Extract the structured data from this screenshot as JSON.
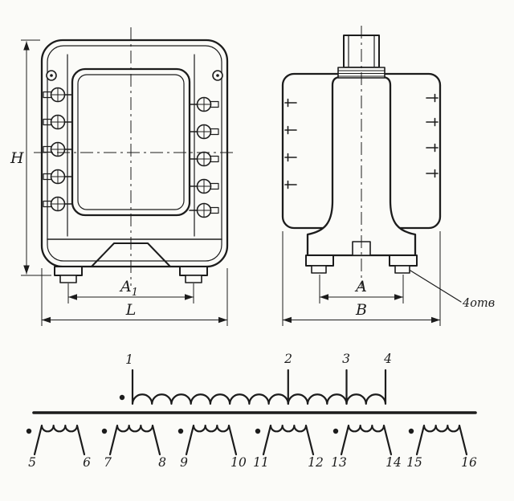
{
  "colors": {
    "ink": "#1c1c1c",
    "paper": "#fbfbf8"
  },
  "drawing": {
    "front_view": {
      "dim_h": "H",
      "dim_a1_base": "A",
      "dim_a1_sub": "1",
      "dim_l": "L"
    },
    "side_view": {
      "dim_a": "A",
      "dim_b": "B",
      "holes_label": "4отв"
    },
    "schematic": {
      "primary_terminals": [
        "1",
        "2",
        "3",
        "4"
      ],
      "secondary_terminals": [
        "5",
        "6",
        "7",
        "8",
        "9",
        "10",
        "11",
        "12",
        "13",
        "14",
        "15",
        "16"
      ]
    }
  }
}
